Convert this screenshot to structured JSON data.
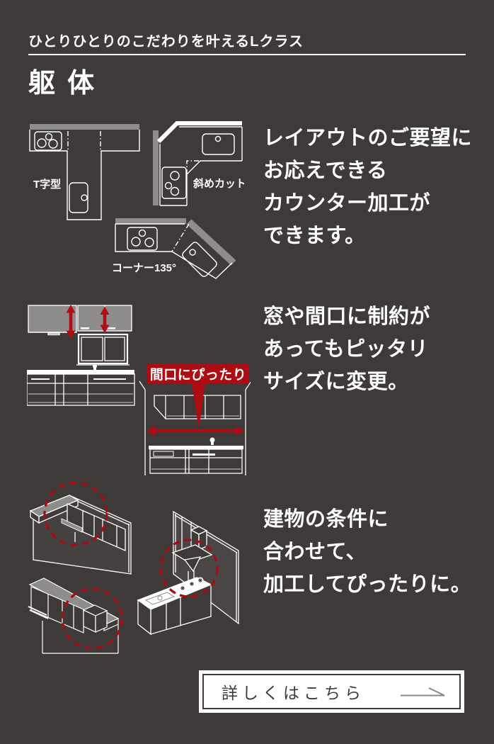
{
  "header": {
    "eyebrow": "ひとりひとりのこだわりを叶えるLクラス",
    "title": "躯体"
  },
  "sections": [
    {
      "name": "counter-layout",
      "caption": [
        "レイアウトのご要望に",
        "お応えできる",
        "カウンター加工が",
        "できます。"
      ],
      "labels": [
        "T字型",
        "斜めカット",
        "コーナー135°"
      ]
    },
    {
      "name": "width-fit",
      "caption": [
        "窓や間口に制約が",
        "あってもピッタリ",
        "サイズに変更。"
      ],
      "badge": "間口にぴったり"
    },
    {
      "name": "building-fit",
      "caption": [
        "建物の条件に",
        "合わせて、",
        "加工してぴったりに。"
      ]
    }
  ],
  "cta": {
    "label": "詳しくはこちら",
    "icon": "arrow-right"
  },
  "colors": {
    "background": "#3e3a39",
    "text": "#ffffff",
    "accent_red": "#b00e14",
    "badge_red": "#ad0d12",
    "highlight_circle_red": "#a60d12",
    "illustration_gray": "#8f8d8c",
    "button_text": "#3f3b3a",
    "button_arrow": "#8a8887"
  }
}
